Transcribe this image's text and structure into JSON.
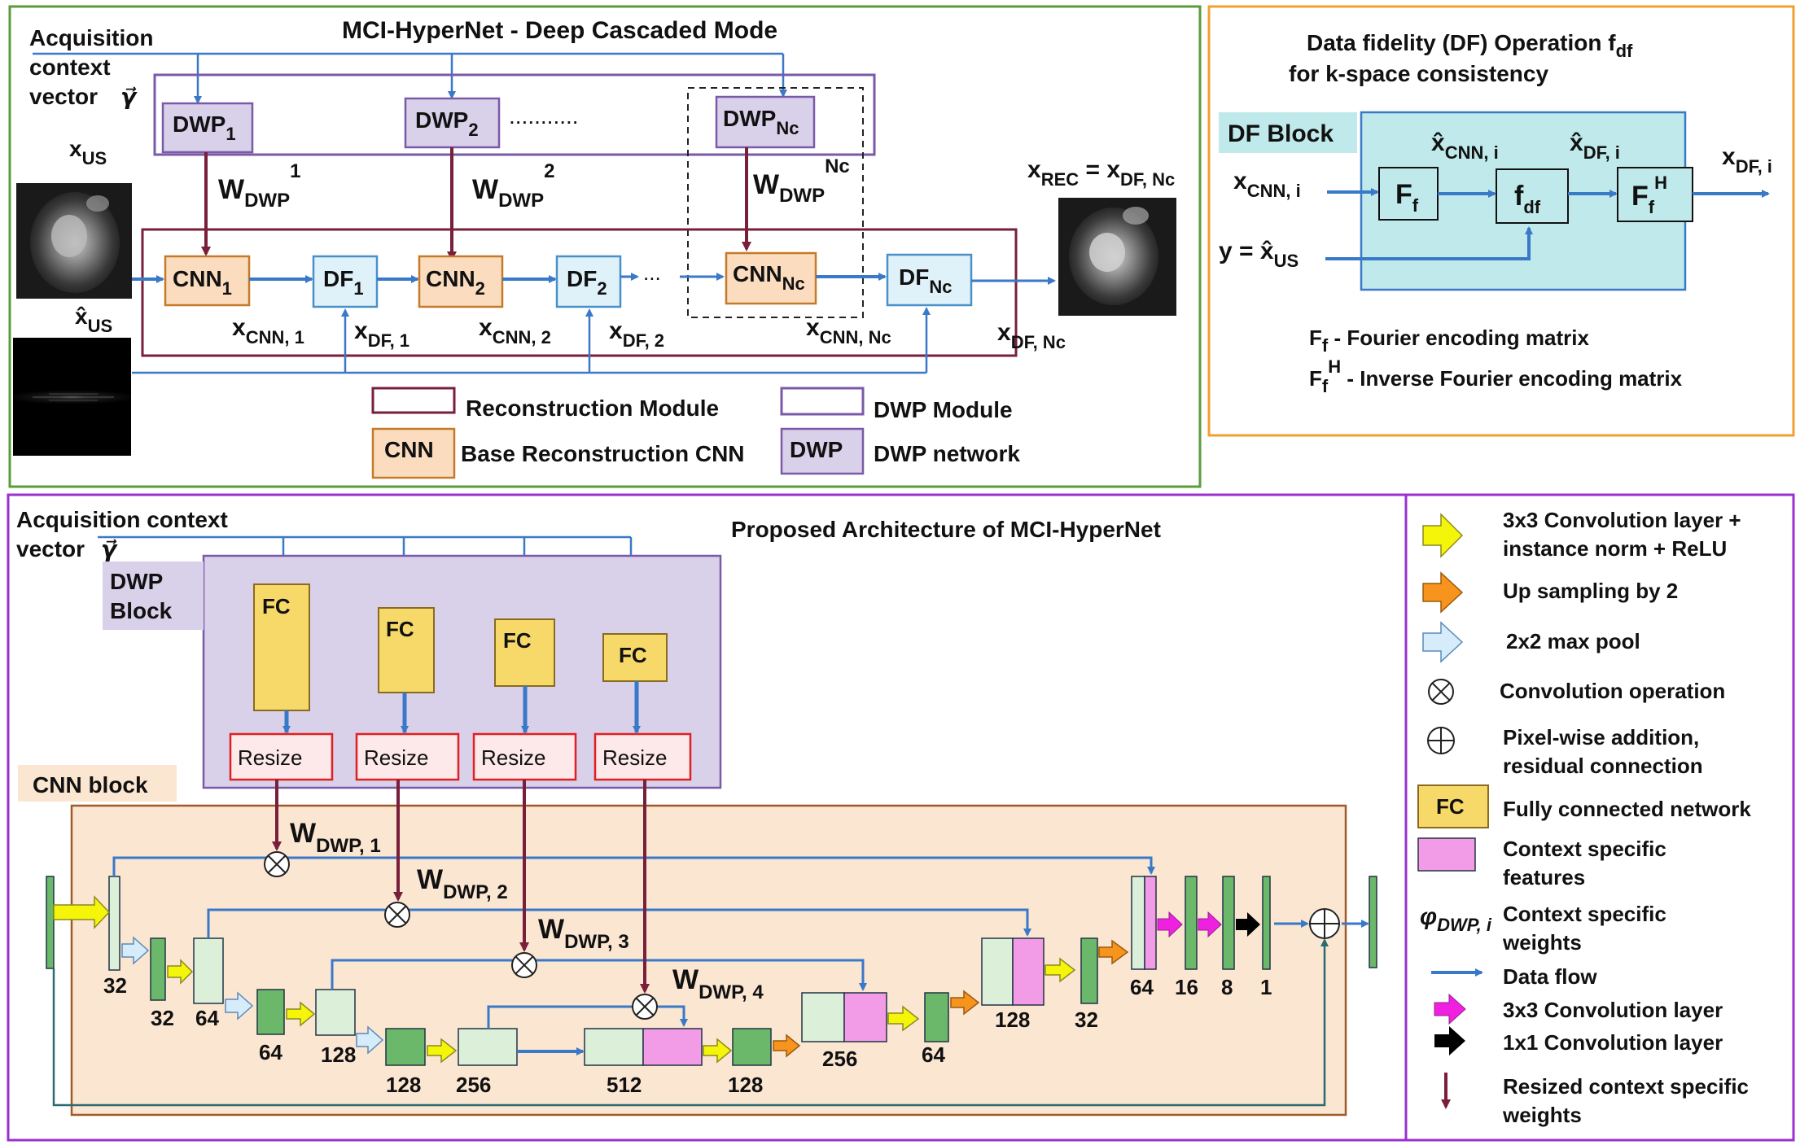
{
  "top_left": {
    "title": "MCI-HyperNet - Deep Cascaded Mode",
    "context_label": [
      "Acquisition",
      "context",
      "vector"
    ],
    "context_symbol": "γ⃗",
    "dwp": [
      {
        "base": "DWP",
        "sub": "1"
      },
      {
        "base": "DWP",
        "sub": "2"
      },
      {
        "base": "DWP",
        "sub": "Nc"
      }
    ],
    "ellipsis": "...........",
    "w_dwp": [
      {
        "base": "W",
        "sub": "DWP",
        "sup": "1"
      },
      {
        "base": "W",
        "sub": "DWP",
        "sup": "2"
      },
      {
        "base": "W",
        "sub": "DWP",
        "sup": "Nc"
      }
    ],
    "cnn": [
      {
        "base": "CNN",
        "sub": "1"
      },
      {
        "base": "CNN",
        "sub": "2"
      },
      {
        "base": "CNN",
        "sub": "Nc"
      }
    ],
    "df": [
      {
        "base": "DF",
        "sub": "1"
      },
      {
        "base": "DF",
        "sub": "2"
      },
      {
        "base": "DF",
        "sub": "Nc"
      }
    ],
    "dots": "...",
    "x_cnn": [
      {
        "base": "x",
        "sub": "CNN, 1"
      },
      {
        "base": "x",
        "sub": "CNN, 2"
      },
      {
        "base": "x",
        "sub": "CNN, Nc"
      }
    ],
    "x_df": [
      {
        "base": "x",
        "sub": "DF, 1"
      },
      {
        "base": "x",
        "sub": "DF, 2"
      },
      {
        "base": "x",
        "sub": "DF, Nc"
      }
    ],
    "x_us": {
      "base": "x",
      "sub": "US"
    },
    "xhat_us": {
      "base": "x̂",
      "sub": "US"
    },
    "x_rec": {
      "a": "x",
      "a_sub": "REC",
      "eq": " = ",
      "b": "x",
      "b_sub": "DF, Nc"
    },
    "legend": {
      "recon_module": "Reconstruction Module",
      "dwp_module": "DWP Module",
      "cnn_box": "CNN",
      "cnn_text": "Base Reconstruction CNN",
      "dwp_box": "DWP",
      "dwp_text": "DWP network"
    }
  },
  "top_right": {
    "title_line1": "Data fidelity (DF) Operation  f",
    "title_line1_sub": "df",
    "title_line2": "for k-space consistency",
    "df_block": "DF Block",
    "x_cnn_i": {
      "base": "x",
      "sub": "CNN, i"
    },
    "y_label": {
      "pre": "y = ",
      "base": "x̂",
      "sub": "US"
    },
    "xhat_cnn_i": {
      "base": "x̂",
      "sub": "CNN, i"
    },
    "xhat_df_i": {
      "base": "x̂",
      "sub": "DF, i"
    },
    "x_df_i": {
      "base": "x",
      "sub": "DF, i"
    },
    "ff": {
      "base": "F",
      "sub": "f"
    },
    "fdf": {
      "base": "f",
      "sub": "df"
    },
    "ffh": {
      "base": "F",
      "sub": "f",
      "sup": "H"
    },
    "def1": {
      "base": "F",
      "sub": "f",
      "text": " - Fourier encoding matrix"
    },
    "def2": {
      "base": "F",
      "sub": "f",
      "sup": "H",
      "text": " - Inverse Fourier encoding matrix"
    }
  },
  "bottom": {
    "title": "Proposed Architecture of MCI-HyperNet",
    "context_line1": "Acquisition context",
    "context_line2": "vector",
    "context_symbol": "γ⃗",
    "dwp_block": [
      "DWP",
      "Block"
    ],
    "fc_label": "FC",
    "resize_label": "Resize",
    "cnn_block": "CNN block",
    "w_dwp": [
      {
        "base": "W",
        "sub": "DWP, 1"
      },
      {
        "base": "W",
        "sub": "DWP, 2"
      },
      {
        "base": "W",
        "sub": "DWP, 3"
      },
      {
        "base": "W",
        "sub": "DWP, 4"
      }
    ],
    "channel_labels": [
      "32",
      "32",
      "64",
      "64",
      "128",
      "128",
      "256",
      "512",
      "128",
      "256",
      "64",
      "128",
      "32",
      "64",
      "16",
      "8",
      "1"
    ]
  },
  "legend": {
    "items": [
      {
        "icon": "yellow-arrow-icon",
        "text": [
          "3x3 Convolution layer +",
          "instance norm + ReLU"
        ]
      },
      {
        "icon": "orange-arrow-icon",
        "text": [
          "Up sampling by 2"
        ]
      },
      {
        "icon": "lightblue-arrow-icon",
        "text": [
          "2x2 max pool"
        ]
      },
      {
        "icon": "circle-times-icon",
        "text": [
          "Convolution operation"
        ]
      },
      {
        "icon": "circle-plus-icon",
        "text": [
          "Pixel-wise addition,",
          "residual connection"
        ]
      },
      {
        "icon": "fc-box-icon",
        "box": "FC",
        "text": [
          "Fully connected network"
        ]
      },
      {
        "icon": "pink-box-icon",
        "text": [
          "Context specific",
          "features"
        ]
      },
      {
        "icon": "phi-symbol-icon",
        "phi": "φ",
        "phi_sub": "DWP, i",
        "text": [
          "Context specific",
          "weights"
        ]
      },
      {
        "icon": "blue-line-arrow-icon",
        "text": [
          "Data flow"
        ]
      },
      {
        "icon": "magenta-arrow-icon",
        "text": [
          "3x3 Convolution layer"
        ]
      },
      {
        "icon": "black-arrow-icon",
        "text": [
          "1x1 Convolution layer"
        ]
      },
      {
        "icon": "maroon-arrow-icon",
        "text": [
          "Resized context specific",
          "weights"
        ]
      }
    ]
  },
  "colors": {
    "panel_green": "#5a9c3a",
    "panel_orange": "#f0a030",
    "panel_purple": "#9b30d0",
    "blue_flow": "#3a78c8",
    "maroon": "#7a1f3a",
    "cnn_fill": "#fbdcbf",
    "cnn_stroke": "#c47a28",
    "df_fill": "#dff2fa",
    "df_stroke": "#4a90c8",
    "dwp_fill": "#d9d0ea",
    "dwp_stroke": "#7a5aa8",
    "df_block_fill": "#bfe9ea",
    "fc_fill": "#f7d96a",
    "resize_fill": "#fde8ea",
    "resize_stroke": "#e02020",
    "cnn_block_fill": "#fbe6d2",
    "layer_green": "#6cb86a",
    "layer_light": "#dcefd8",
    "pink": "#f29be6"
  }
}
